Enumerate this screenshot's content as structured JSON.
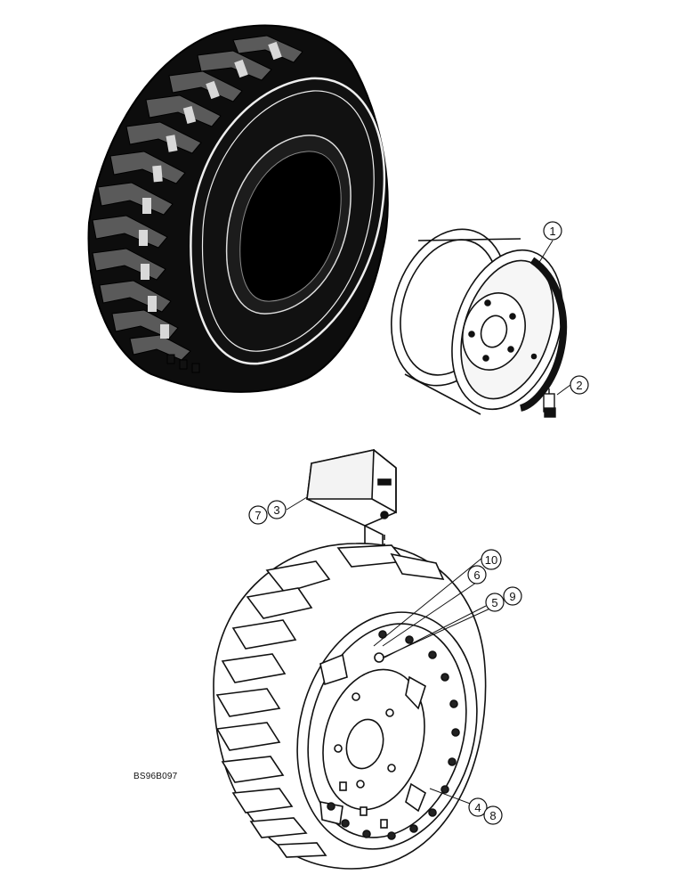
{
  "drawing_code": "BS96B097",
  "callouts": {
    "c1": "1",
    "c2": "2",
    "c3": "3",
    "c7": "7",
    "c6": "6",
    "c10": "10",
    "c5": "5",
    "c9": "9",
    "c4": "4",
    "c8": "8"
  }
}
